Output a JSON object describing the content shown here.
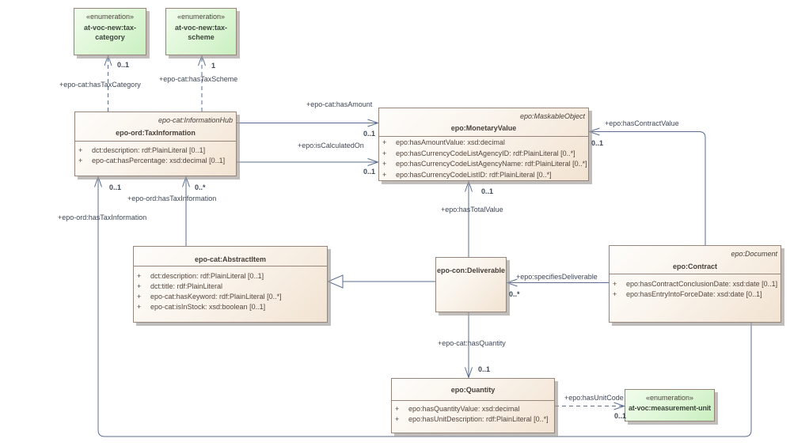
{
  "diagram": {
    "type": "uml-class-diagram",
    "background": "#ffffff",
    "line_color": "#5b6c8f",
    "class_fill": "#f2e3d2",
    "class_border": "#95857b",
    "enum_fill": "#c9efc0",
    "visibility": "+"
  },
  "classes": {
    "taxInformation": {
      "stereotype": "epo-cat:InformationHub",
      "name": "epo-ord:TaxInformation",
      "attributes": [
        {
          "v": "+",
          "t": "dct:description: rdf:PlainLiteral [0..1]"
        },
        {
          "v": "+",
          "t": "epo-cat:hasPercentage: xsd:decimal [0..1]"
        }
      ]
    },
    "monetaryValue": {
      "stereotype": "epo:MaskableObject",
      "name": "epo:MonetaryValue",
      "attributes": [
        {
          "v": "+",
          "t": "epo:hasAmountValue: xsd:decimal"
        },
        {
          "v": "+",
          "t": "epo:hasCurrencyCodeListAgencyID: rdf:PlainLiteral [0..*]"
        },
        {
          "v": "+",
          "t": "epo:hasCurrencyCodeListAgencyName: rdf:PlainLiteral [0..*]"
        },
        {
          "v": "+",
          "t": "epo:hasCurrencyCodeListID: rdf:PlainLiteral [0..*]"
        }
      ]
    },
    "abstractItem": {
      "stereotype": "",
      "name": "epo-cat:AbstractItem",
      "attributes": [
        {
          "v": "+",
          "t": "dct:description: rdf:PlainLiteral [0..1]"
        },
        {
          "v": "+",
          "t": "dct:title: rdf:PlainLiteral"
        },
        {
          "v": "+",
          "t": "epo-cat:hasKeyword: rdf:PlainLiteral [0..*]"
        },
        {
          "v": "+",
          "t": "epo-cat:isInStock: xsd:boolean [0..1]"
        }
      ]
    },
    "deliverable": {
      "stereotype": "",
      "name": "epo-con:Deliverable",
      "attributes": []
    },
    "contract": {
      "stereotype": "epo:Document",
      "name": "epo:Contract",
      "attributes": [
        {
          "v": "+",
          "t": "epo:hasContractConclusionDate: xsd:date [0..1]"
        },
        {
          "v": "+",
          "t": "epo:hasEntryIntoForceDate: xsd:date [0..1]"
        }
      ]
    },
    "quantity": {
      "stereotype": "",
      "name": "epo:Quantity",
      "attributes": [
        {
          "v": "+",
          "t": "epo:hasQuantityValue: xsd:decimal"
        },
        {
          "v": "+",
          "t": "epo:hasUnitDescription: rdf:PlainLiteral [0..*]"
        }
      ]
    }
  },
  "enums": {
    "taxCategory": {
      "stereotype": "«enumeration»",
      "name": "at-voc-new:tax-category"
    },
    "taxScheme": {
      "stereotype": "«enumeration»",
      "name": "at-voc-new:tax-scheme"
    },
    "measurementUnit": {
      "stereotype": "«enumeration»",
      "name": "at-voc:measurement-unit"
    }
  },
  "connectors": {
    "hasTaxCategory": {
      "label": "+epo-cat:hasTaxCategory",
      "multiplicity": "0..1"
    },
    "hasTaxScheme": {
      "label": "+epo-cat:hasTaxScheme",
      "multiplicity": "1"
    },
    "hasAmount": {
      "label": "+epo-cat:hasAmount",
      "multiplicity": "0..1"
    },
    "isCalculatedOn": {
      "label": "+epo:isCalculatedOn",
      "multiplicity": "0..1"
    },
    "hasTotalValue": {
      "label": "+epo:hasTotalValue",
      "multiplicity": "0..1"
    },
    "hasContractValue": {
      "label": "+epo:hasContractValue",
      "multiplicity": "0..1"
    },
    "specifiesDeliverable": {
      "label": "+epo:specifiesDeliverable",
      "multiplicity": "0..*"
    },
    "hasTaxInformationItem": {
      "label": "+epo-ord:hasTaxInformation",
      "multiplicity": "0..*"
    },
    "hasTaxInformationContract": {
      "label": "+epo-ord:hasTaxInformation",
      "multiplicity": "0..1"
    },
    "hasQuantity": {
      "label": "+epo-cat:hasQuantity",
      "multiplicity": "0..1"
    },
    "hasUnitCode": {
      "label": "+epo:hasUnitCode",
      "multiplicity": "0..1"
    }
  }
}
